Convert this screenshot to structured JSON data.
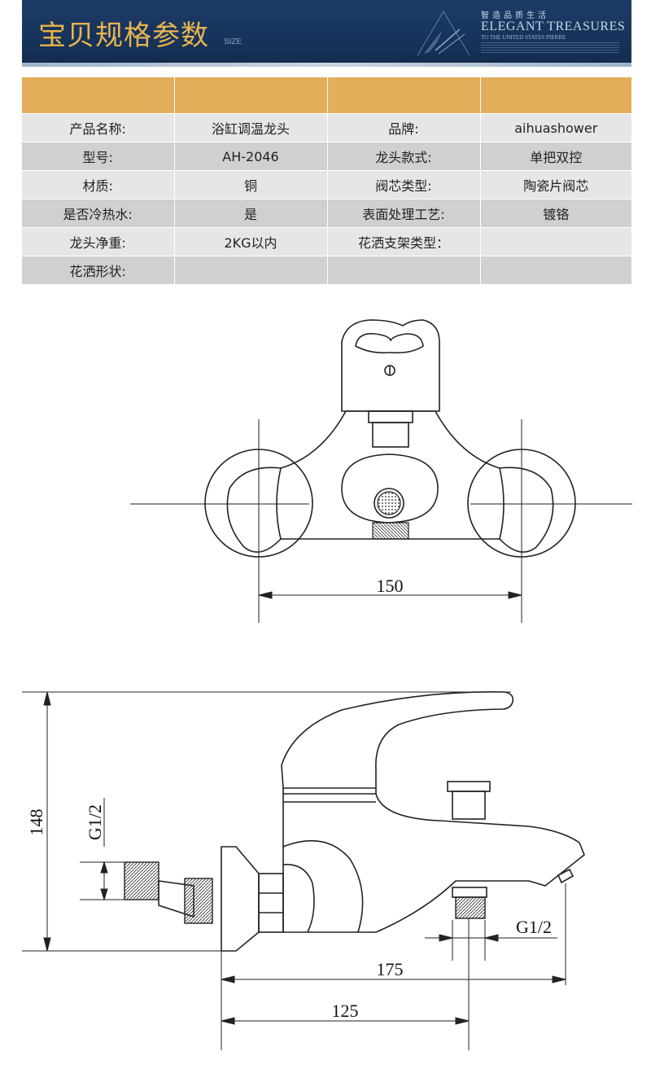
{
  "banner": {
    "title": "宝贝规格参数",
    "size_tag": "SIZE",
    "slogan_cn": "智造品质生活",
    "slogan_en": "ELEGANT TREASURES",
    "slogan_sub": "TO THE UNITED STATES PIERRE"
  },
  "spec_table": {
    "rows": [
      [
        "产品名称:",
        "浴缸调温龙头",
        "品牌:",
        "aihuashower"
      ],
      [
        "型号:",
        "AH-2046",
        "龙头款式:",
        "单把双控"
      ],
      [
        "材质:",
        "铜",
        "阀芯类型:",
        "陶瓷片阀芯"
      ],
      [
        "是否冷热水:",
        "是",
        "表面处理工艺:",
        "镀铬"
      ],
      [
        "龙头净重:",
        "2KG以内",
        "花洒支架类型：",
        ""
      ],
      [
        "花洒形状:",
        "",
        "",
        ""
      ]
    ]
  },
  "front_view": {
    "width_dim": "150"
  },
  "side_view": {
    "height_dim": "148",
    "inlet_thread": "G1/2",
    "outlet_thread": "G1/2",
    "length_dim": "175",
    "center_dim": "125"
  },
  "colors": {
    "banner_bg": "#17335b",
    "banner_title": "#e9b54c",
    "table_header": "#e3ad5a",
    "row_light": "#e6e6e6",
    "row_dark": "#d0d0d0"
  }
}
